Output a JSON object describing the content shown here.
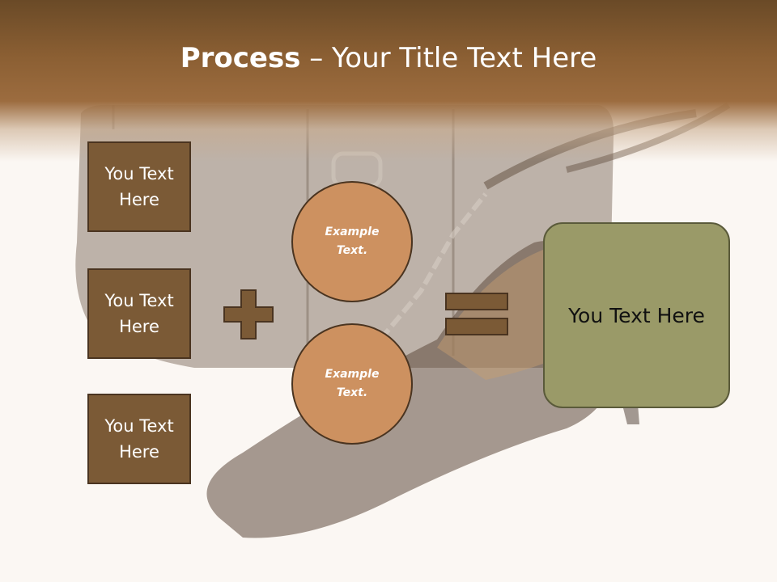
{
  "title": {
    "bold": "Process",
    "rest": " – Your Title Text Here"
  },
  "left_boxes": [
    {
      "text": "You Text Here"
    },
    {
      "text": "You Text Here"
    },
    {
      "text": "You Text Here"
    }
  ],
  "circles": [
    {
      "text": "Example Text."
    },
    {
      "text": "Example Text."
    }
  ],
  "result": {
    "text": "You Text Here"
  },
  "colors": {
    "header_brown": "#8b5f33",
    "box_brown": "#7b5a36",
    "circle_tan": "#cd9160",
    "result_olive": "#9a9a68",
    "symbol_brown": "#7b5a36"
  },
  "icons": {
    "plus": "plus-icon",
    "equals": "equals-icon"
  }
}
